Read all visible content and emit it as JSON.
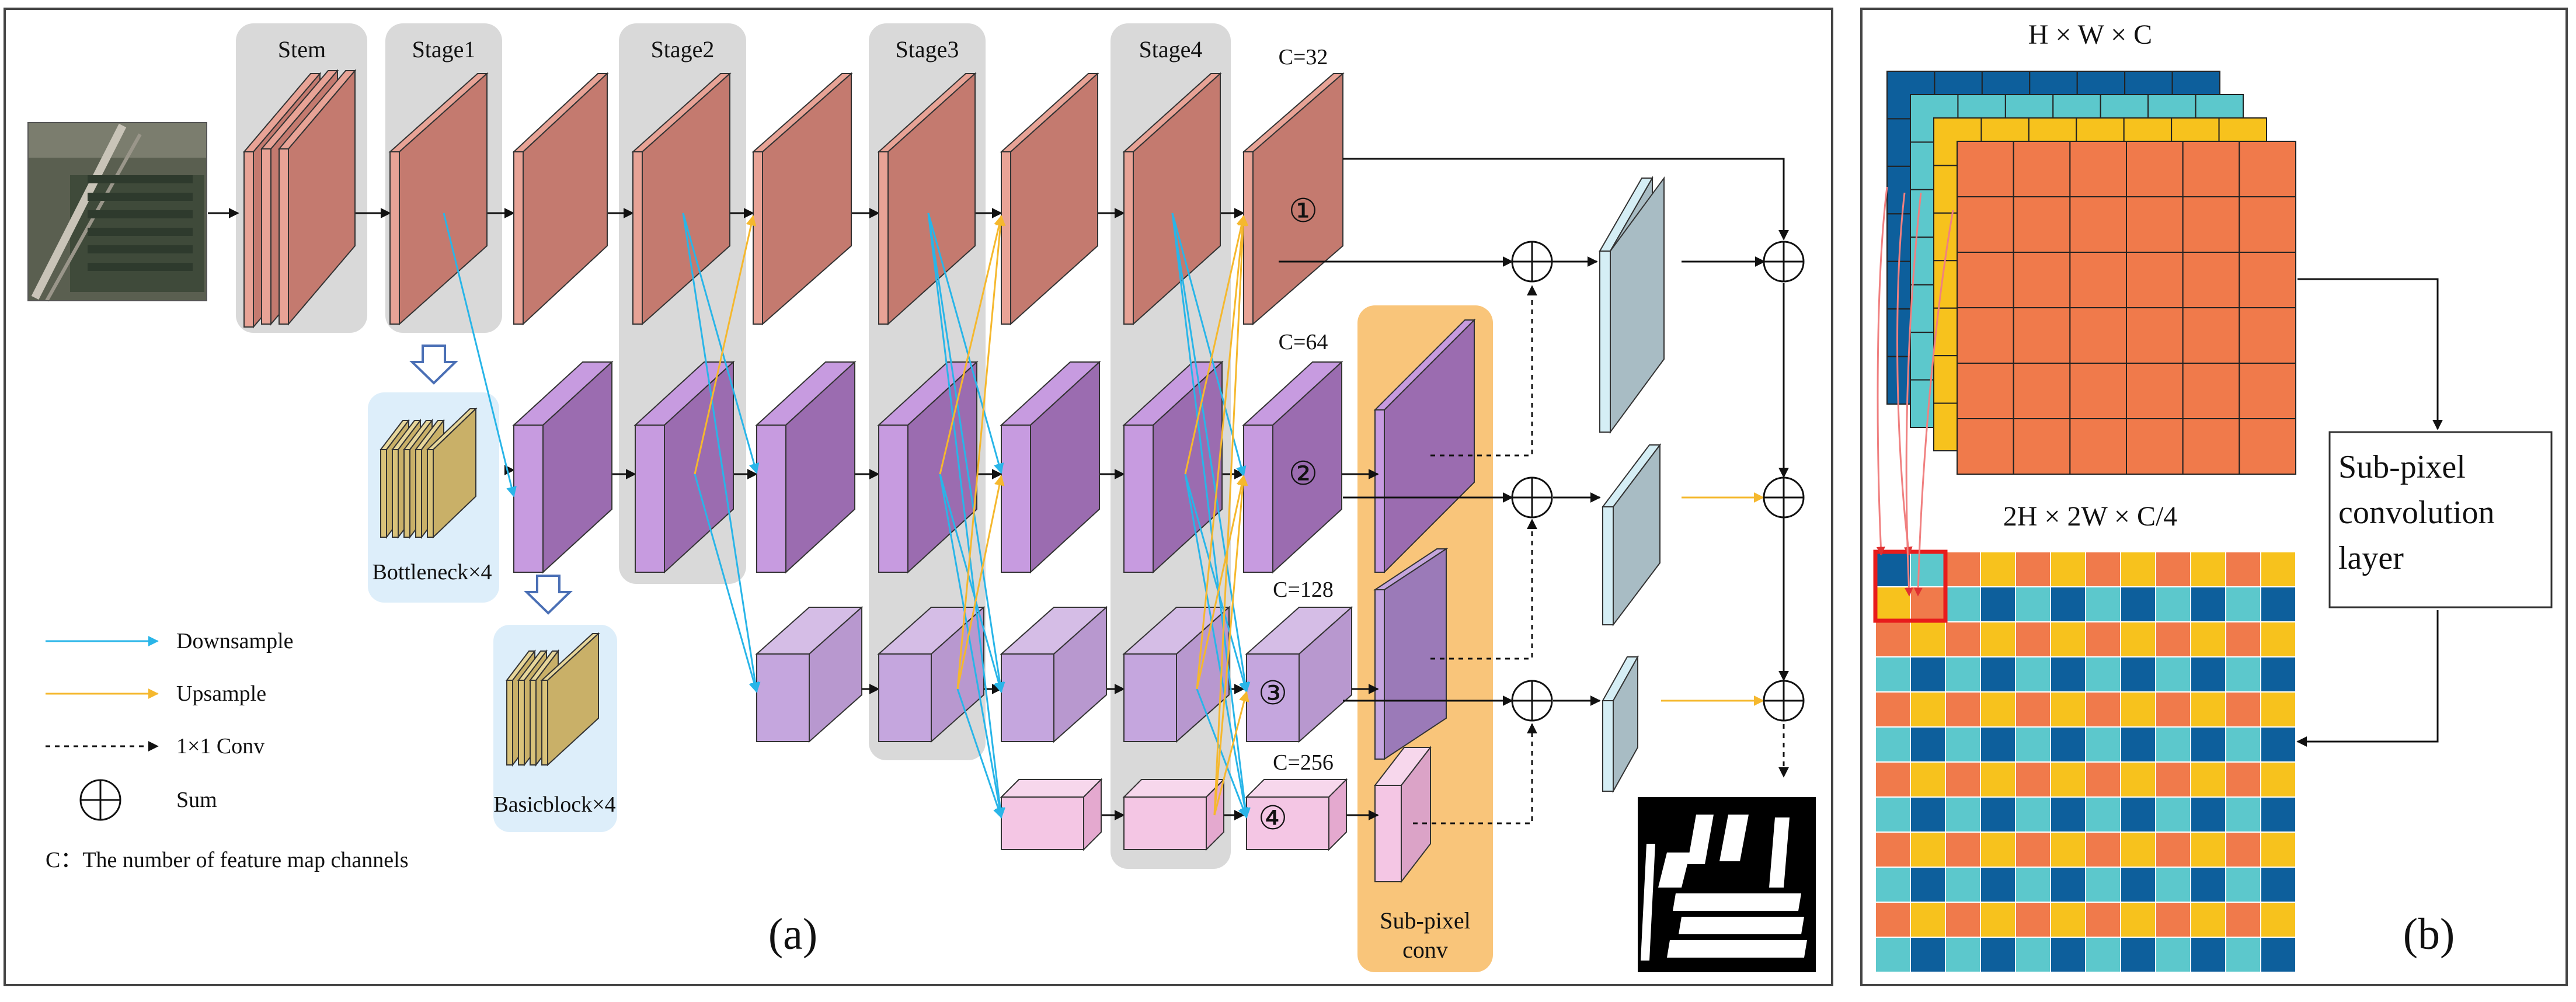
{
  "panel_a": {
    "stage_labels": [
      "Stem",
      "Stage1",
      "Stage2",
      "Stage3",
      "Stage4"
    ],
    "channel_labels": [
      "C=32",
      "C=64",
      "C=128",
      "C=256"
    ],
    "branch_markers": [
      "①",
      "②",
      "③",
      "④"
    ],
    "module_labels": [
      "Bottleneck×4",
      "Basicblock×4"
    ],
    "legend": {
      "downsample": "Downsample",
      "upsample": "Upsample",
      "conv": "1×1 Conv",
      "sum": "Sum",
      "note": "C：The number of feature map channels"
    },
    "subpixel_label_line1": "Sub-pixel",
    "subpixel_label_line2": "conv",
    "caption": "(a)"
  },
  "panel_b": {
    "top_label": "H × W × C",
    "bottom_label": "2H × 2W × C/4",
    "layer_box": [
      "Sub-pixel",
      "convolution",
      "layer"
    ],
    "caption": "(b)"
  },
  "colors": {
    "stage_bg": "#d9d9d9",
    "red_front": "#c47a6f",
    "red_side": "#e8a396",
    "purple_front": "#9b6cb0",
    "purple_side": "#c79be0",
    "lavender_front": "#b898cf",
    "lavender_side": "#d5bde6",
    "pink_front": "#f4c6e4",
    "pink_side": "#e4a9cf",
    "teal_front": "#a8bcc4",
    "teal_side": "#d5eef5",
    "subpixel_bg": "#f9c57a",
    "module_bg": "#ddeefa",
    "module_block": "#d9c27a",
    "downsample": "#29b5e8",
    "upsample": "#f5b82e",
    "grid_orange": "#f07a4b",
    "grid_yellow": "#f7c21d",
    "grid_teal": "#5cc8cc",
    "grid_blue": "#0d5f9c"
  }
}
